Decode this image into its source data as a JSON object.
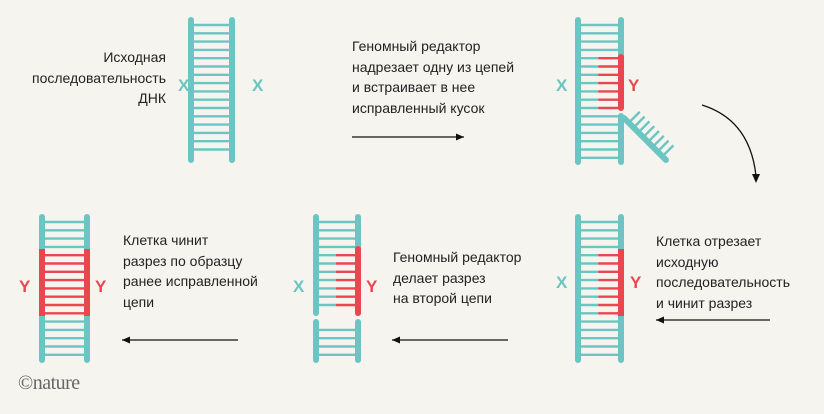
{
  "colors": {
    "teal": "#6cc5c2",
    "red": "#e9474f",
    "background": "#f5f4ee",
    "arrow": "#111111"
  },
  "step1": {
    "lines": [
      "Исходная",
      "последовательность",
      "ДНК"
    ],
    "left_label": "X",
    "right_label": "X"
  },
  "step2": {
    "lines": [
      "Геномный редактор",
      "надрезает одну из цепей",
      "и встраивает в нее",
      "исправленный кусок"
    ],
    "left_label": "X",
    "right_label": "Y"
  },
  "step3": {
    "lines": [
      "Клетка отрезает",
      "исходную",
      "последовательность",
      "и чинит разрез"
    ],
    "left_label": "X",
    "right_label": "Y"
  },
  "step4": {
    "lines": [
      "Геномный редактор",
      "делает разрез",
      "на второй цепи"
    ],
    "left_label": "X",
    "right_label": "Y"
  },
  "step5": {
    "lines": [
      "Клетка чинит",
      "разрез по образцу",
      "ранее исправленной",
      "цепи"
    ],
    "left_label": "Y",
    "right_label": "Y"
  },
  "logo": "©nature"
}
